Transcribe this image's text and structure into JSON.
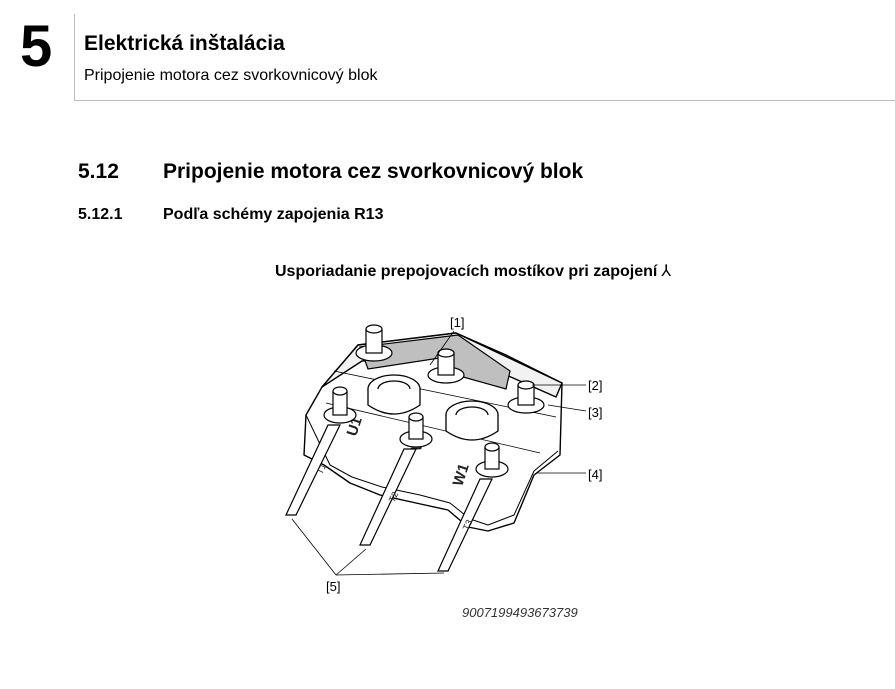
{
  "header": {
    "chapter_number": "5",
    "chapter_title": "Elektrická inštalácia",
    "chapter_subtitle": "Pripojenie motora cez svorkovnicový blok"
  },
  "section": {
    "number": "5.12",
    "title": "Pripojenie motora cez svorkovnicový blok"
  },
  "subsection": {
    "number": "5.12.1",
    "title": "Podľa schémy zapojenia R13"
  },
  "figure": {
    "caption": "Usporiadanie prepojovacích mostíkov pri zapojení",
    "caption_symbol": "⅄",
    "callouts": {
      "c1": "[1]",
      "c2": "[2]",
      "c3": "[3]",
      "c4": "[4]",
      "c5": "[5]"
    },
    "phase_labels": {
      "u1": "U1",
      "v1": "V1",
      "w1": "W1"
    },
    "terminal_labels": {
      "t1": "T1",
      "t2": "T2",
      "t3": "T3"
    },
    "document_id": "9007199493673739"
  }
}
